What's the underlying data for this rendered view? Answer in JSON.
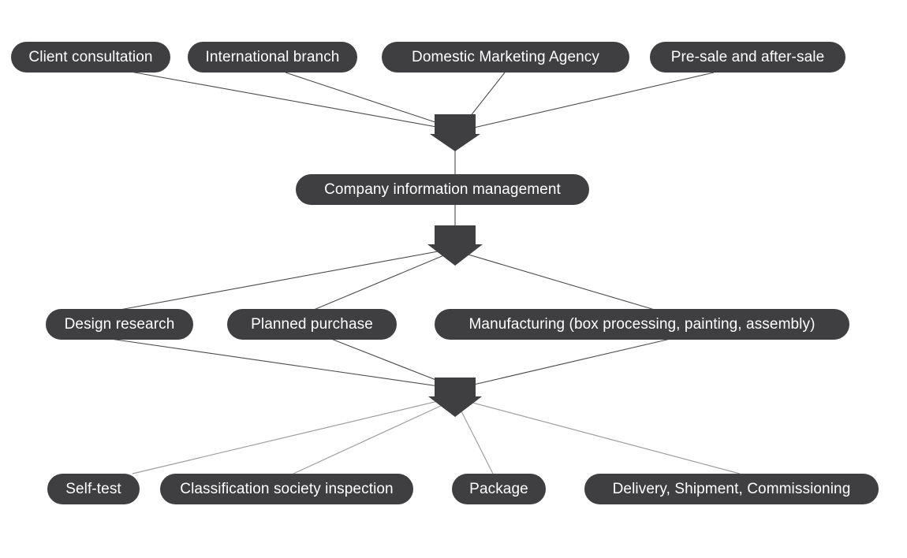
{
  "colors": {
    "node_fill": "#3f3f41",
    "node_text": "#ffffff",
    "connector_dark": "#4b4b4b",
    "connector_light": "#9e9e9e",
    "background": "#ffffff"
  },
  "flowchart": {
    "type": "process-flow-diagram",
    "arrow_icon": "down-block-arrow",
    "levels": [
      {
        "name": "inputs",
        "items": [
          "Client consultation",
          "International branch",
          "Domestic Marketing Agency",
          "Pre-sale and after-sale"
        ]
      },
      {
        "name": "hub",
        "items": [
          "Company information management"
        ]
      },
      {
        "name": "production",
        "items": [
          "Design research",
          "Planned purchase",
          "Manufacturing (box processing, painting, assembly)"
        ]
      },
      {
        "name": "output",
        "items": [
          "Self-test",
          "Classification society inspection",
          "Package",
          "Delivery, Shipment, Commissioning"
        ]
      }
    ]
  }
}
